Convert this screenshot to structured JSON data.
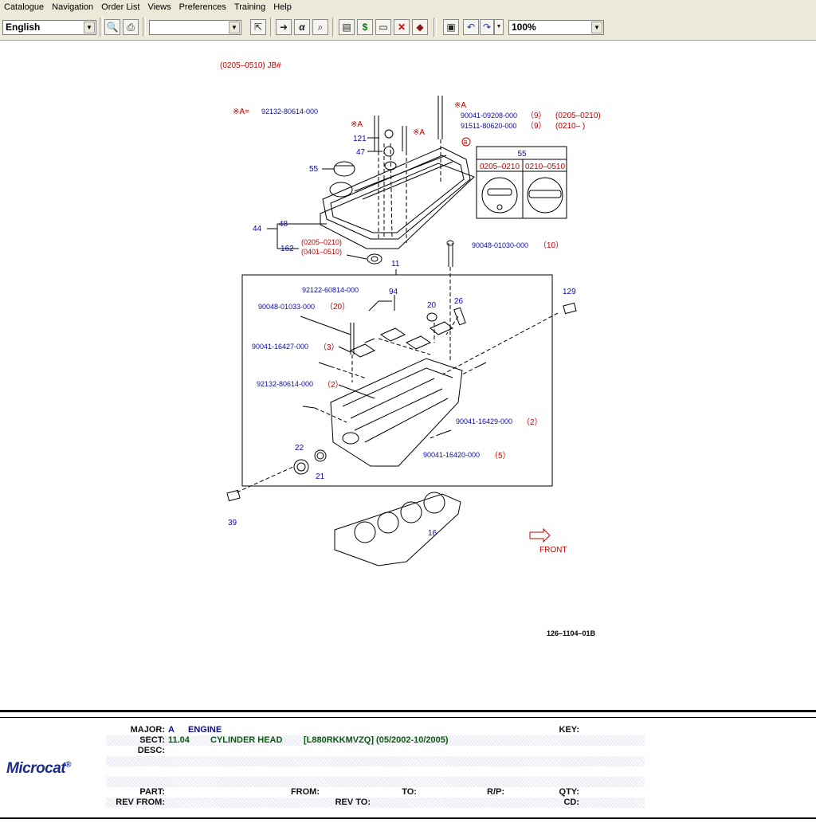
{
  "menu": [
    "Catalogue",
    "Navigation",
    "Order List",
    "Views",
    "Preferences",
    "Training",
    "Help"
  ],
  "toolbar": {
    "language": "English",
    "search_value": "",
    "zoom": "100%"
  },
  "diagram": {
    "heading": "(0205–0510) JB#",
    "callouts": {
      "c121": "121",
      "c47": "47",
      "c55": "55",
      "c48": "48",
      "c44": "44",
      "c162": "162",
      "c11": "11",
      "c94": "94",
      "c20": "20",
      "c26": "26",
      "c129": "129",
      "c22": "22",
      "c21": "21",
      "c39": "39",
      "c16": "16",
      "c55box": "55"
    },
    "parts": {
      "p92132a": "92132-80614-000",
      "p90041a": "90041-09208-000",
      "p91511": "91511-80620-000",
      "p90048a": "90048-01030-000",
      "p92122": "92122-60814-000",
      "p90048b": "90048-01033-000",
      "p90041b": "90041-16427-000",
      "p92132b": "92132-80614-000",
      "p90041c": "90041-16429-000",
      "p90041d": "90041-16420-000"
    },
    "qty": {
      "q9a": "（9）",
      "q9b": "（9）",
      "q10": "（10）",
      "q20": "（20）",
      "q3": "（3）",
      "q2a": "（2）",
      "q2b": "（2）",
      "q5": "（5）"
    },
    "ranges": {
      "r1": "(0205–0210)",
      "r2": "(0210–    )",
      "r3": "(0205–0210)",
      "r4": "(0401–0510)"
    },
    "marks": {
      "asteriskA": "※A",
      "asteriskA_eq": "※A=",
      "circleB": "B"
    },
    "box_cols": [
      "0205–0210",
      "0210–0510"
    ],
    "front": "FRONT",
    "illustration_id": "126–1104–01B"
  },
  "footer": {
    "logo": "Microcat",
    "labels": {
      "major": "MAJOR:",
      "sect": "SECT:",
      "desc": "DESC:",
      "key": "KEY:",
      "part": "PART:",
      "from": "FROM:",
      "to": "TO:",
      "rp": "R/P:",
      "qty": "QTY:",
      "revfrom": "REV FROM:",
      "revto": "REV TO:",
      "cd": "CD:"
    },
    "major_code": "A",
    "major_name": "ENGINE",
    "sect_code": "11.04",
    "sect_name": "CYLINDER HEAD",
    "sect_model": "[L880RKKMVZQ] (05/2002-10/2005)"
  }
}
